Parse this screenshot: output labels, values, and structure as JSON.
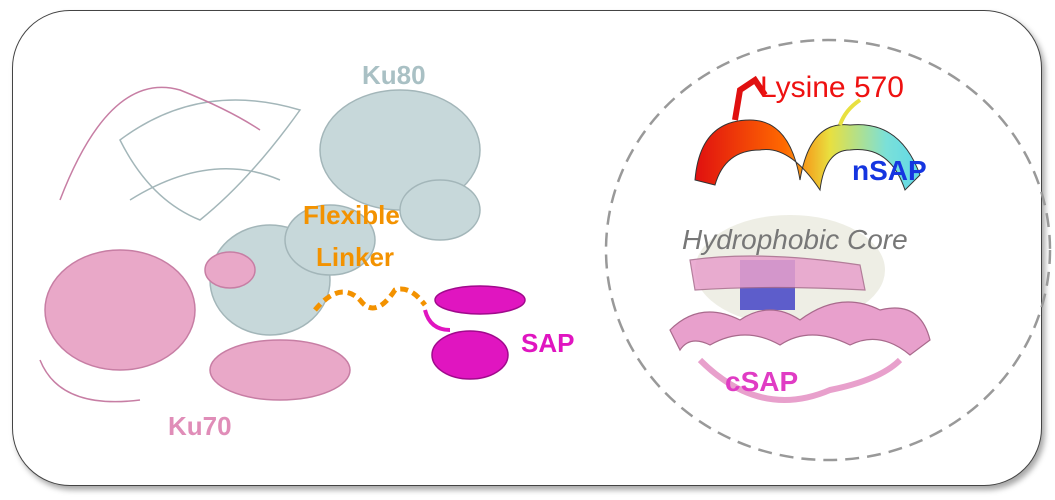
{
  "labels": {
    "ku80": "Ku80",
    "flexible": "Flexible",
    "linker": "Linker",
    "sap": "SAP",
    "ku70": "Ku70",
    "lysine": "Lysine 570",
    "nsap": "nSAP",
    "core": "Hydrophobic Core",
    "csap": "cSAP"
  },
  "colors": {
    "ku80": "#a9c0c4",
    "linker": "#f39200",
    "sap": "#e015c0",
    "ku70": "#e08db8",
    "lysine": "#ee1111",
    "nsap": "#1535e0",
    "core": "#777777",
    "csap": "#e03cc4",
    "circle": "#999999"
  }
}
